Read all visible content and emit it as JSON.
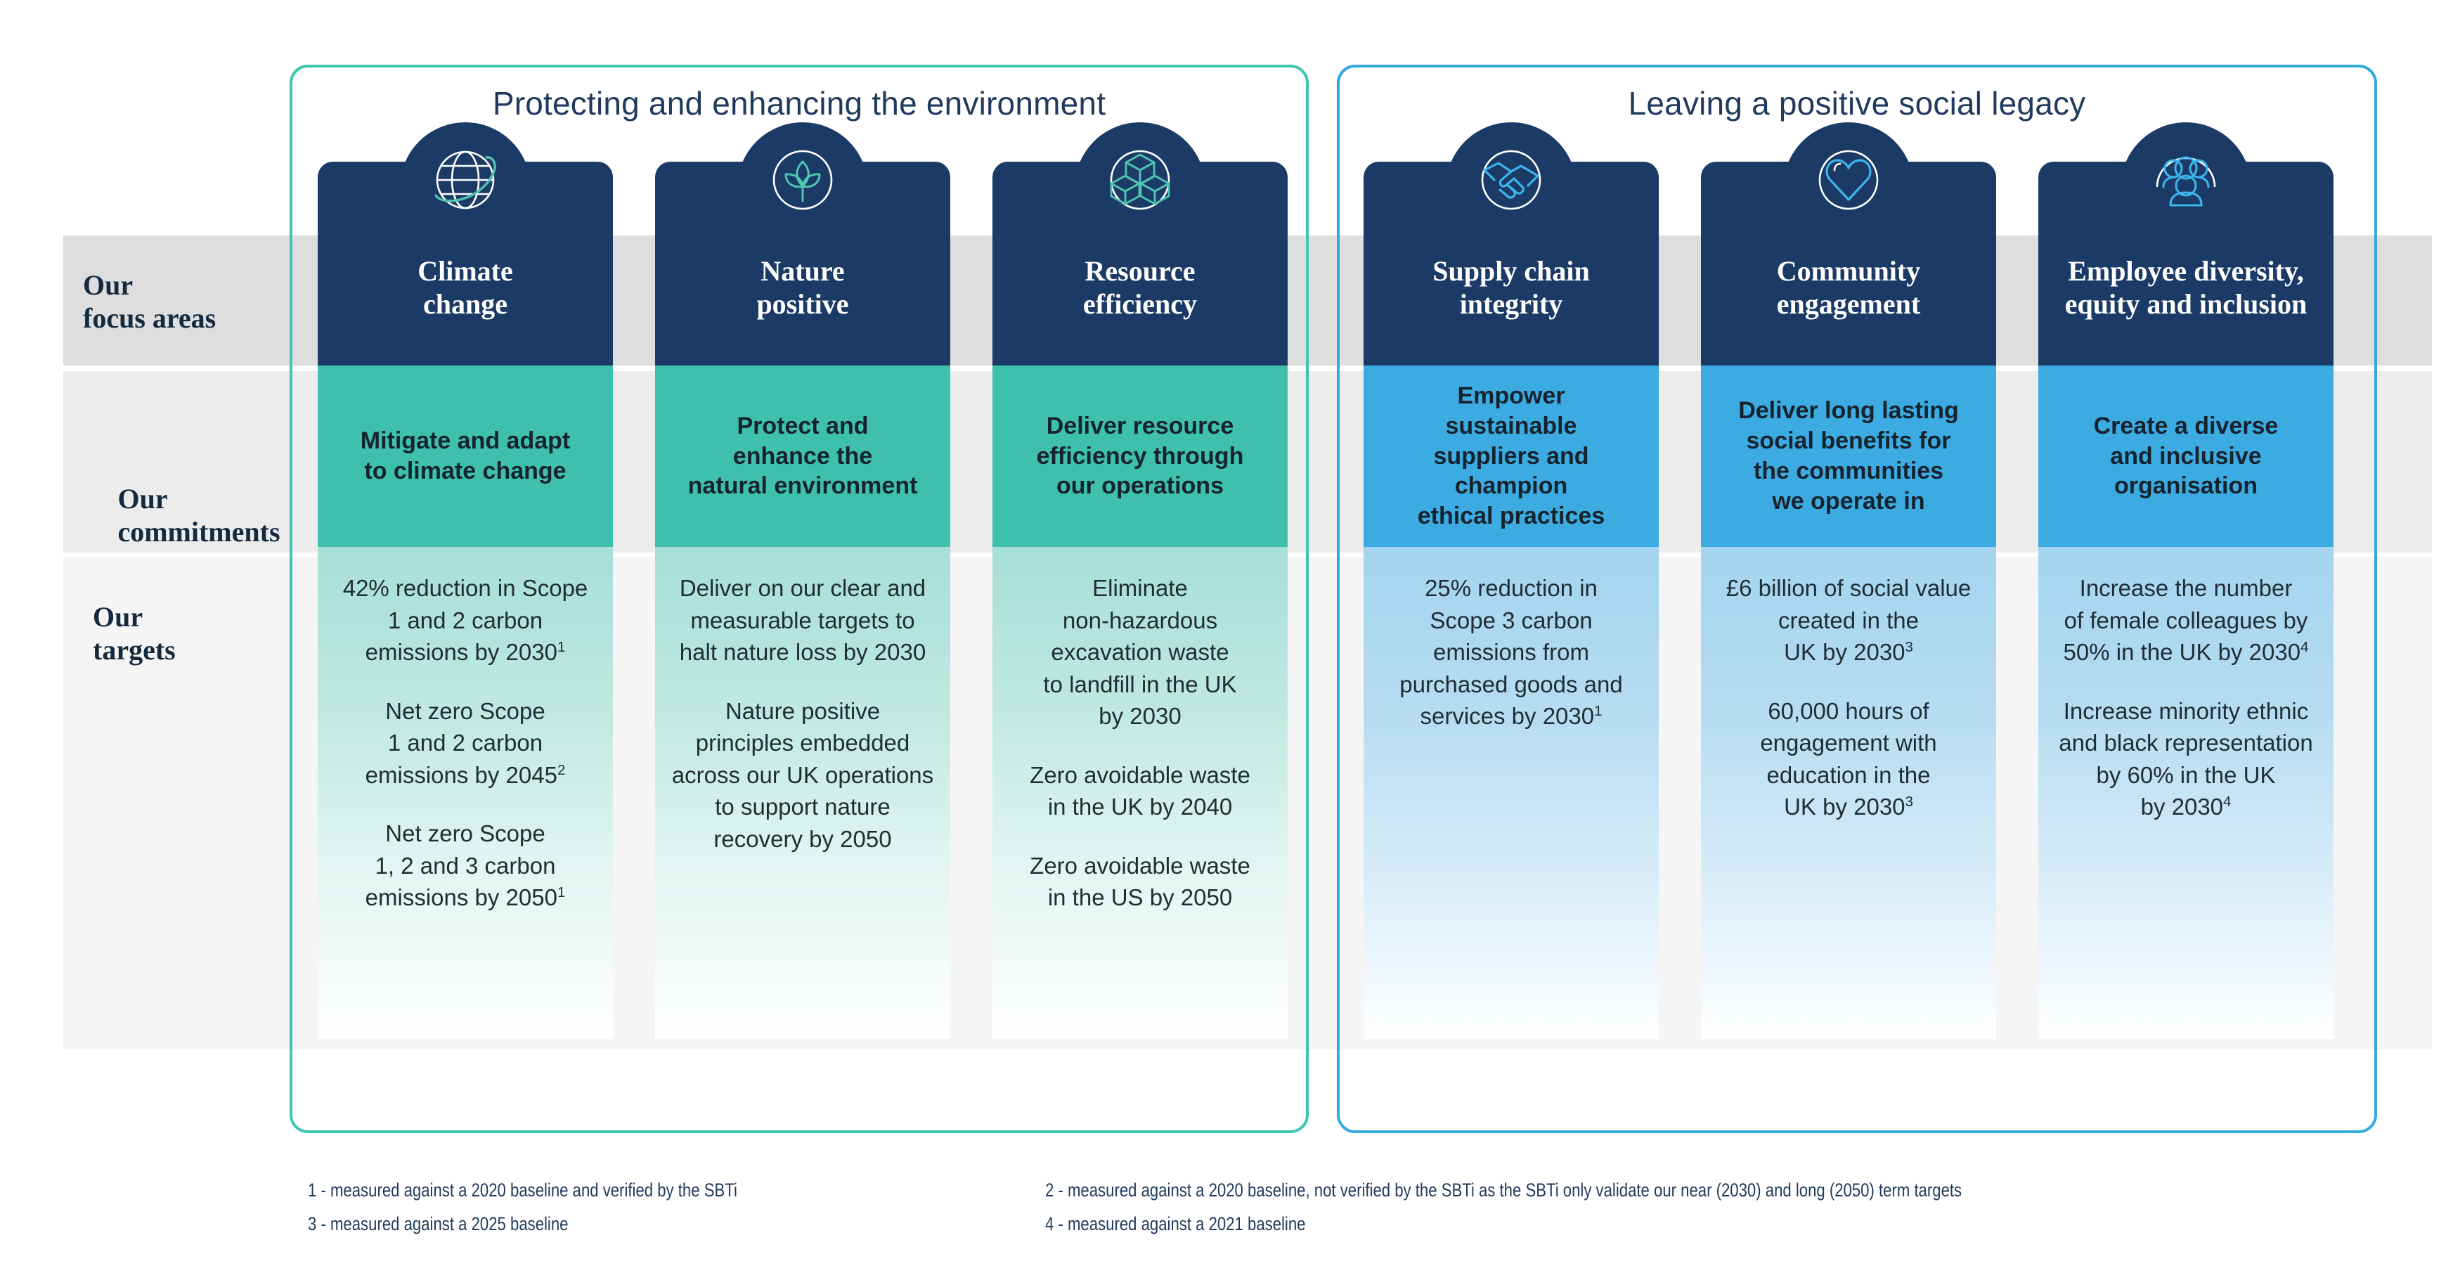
{
  "rows": {
    "focus_label": "Our\nfocus areas",
    "commitments_label": "Our\ncommitments",
    "targets_label": "Our\ntargets"
  },
  "sections": [
    {
      "id": "environment",
      "title": "Protecting and enhancing the environment",
      "accent": "#3ec6b0"
    },
    {
      "id": "social",
      "title": "Leaving a positive social legacy",
      "accent": "#33a9e0"
    }
  ],
  "colors": {
    "header_navy": "#1b3b66",
    "commit_green": "#3fc0ac",
    "commit_blue": "#3cabe2",
    "icon_teal": "#4fc4b0",
    "icon_blue": "#3cb4ee",
    "band_focus": "#dedede",
    "band_commit": "#ececec",
    "band_targets": "#f5f5f5",
    "text_navy": "#142b3f"
  },
  "columns": [
    {
      "icon": "globe-icon",
      "title": "Climate\nchange",
      "commitment": "Mitigate and adapt\nto climate change",
      "targets": [
        "42% reduction in Scope\n1 and 2 carbon\nemissions by 2030",
        "Net zero Scope\n1 and 2 carbon\nemissions by 2045",
        "Net zero Scope\n1, 2 and 3 carbon\nemissions by 2050"
      ],
      "target_notes": [
        "1",
        "2",
        "1"
      ]
    },
    {
      "icon": "plant-icon",
      "title": "Nature\npositive",
      "commitment": "Protect and\nenhance the\nnatural environment",
      "targets": [
        "Deliver on our clear and\nmeasurable targets to\nhalt nature loss by 2030",
        "Nature positive\nprinciples embedded\nacross our UK operations\nto support nature\nrecovery by 2050"
      ],
      "target_notes": [
        "",
        ""
      ]
    },
    {
      "icon": "cubes-icon",
      "title": "Resource\nefficiency",
      "commitment": "Deliver resource\nefficiency through\nour operations",
      "targets": [
        "Eliminate\nnon-hazardous\nexcavation waste\nto landfill in the UK\nby 2030",
        "Zero avoidable waste\nin the UK by 2040",
        "Zero avoidable waste\nin the US by 2050"
      ],
      "target_notes": [
        "",
        "",
        ""
      ]
    },
    {
      "icon": "handshake-icon",
      "title": "Supply chain\nintegrity",
      "commitment": "Empower\nsustainable\nsuppliers and champion\nethical practices",
      "targets": [
        "25% reduction in\nScope 3 carbon\nemissions from\npurchased goods and\nservices by 2030"
      ],
      "target_notes": [
        "1"
      ]
    },
    {
      "icon": "heart-icon",
      "title": "Community\nengagement",
      "commitment": "Deliver long lasting\nsocial benefits for\nthe communities\nwe operate in",
      "targets": [
        "£6 billion of social value\ncreated in the\nUK by 2030",
        "60,000 hours of\nengagement with\neducation in the\nUK by 2030"
      ],
      "target_notes": [
        "3",
        "3"
      ]
    },
    {
      "icon": "people-group-icon",
      "title": "Employee diversity,\nequity and inclusion",
      "commitment": "Create a diverse\nand inclusive\norganisation",
      "targets": [
        "Increase the number\nof female colleagues by\n50% in the UK by 2030",
        "Increase minority ethnic\nand black representation\nby 60% in the UK\nby 2030"
      ],
      "target_notes": [
        "4",
        "4"
      ]
    }
  ],
  "footnotes": {
    "n1": "1 - measured against a 2020 baseline and verified by the SBTi",
    "n2": "2 - measured against a 2020 baseline, not verified by the SBTi as the SBTi only validate our near (2030) and long (2050) term targets",
    "n3": "3 - measured against a 2025 baseline",
    "n4": "4 - measured against a 2021 baseline"
  }
}
